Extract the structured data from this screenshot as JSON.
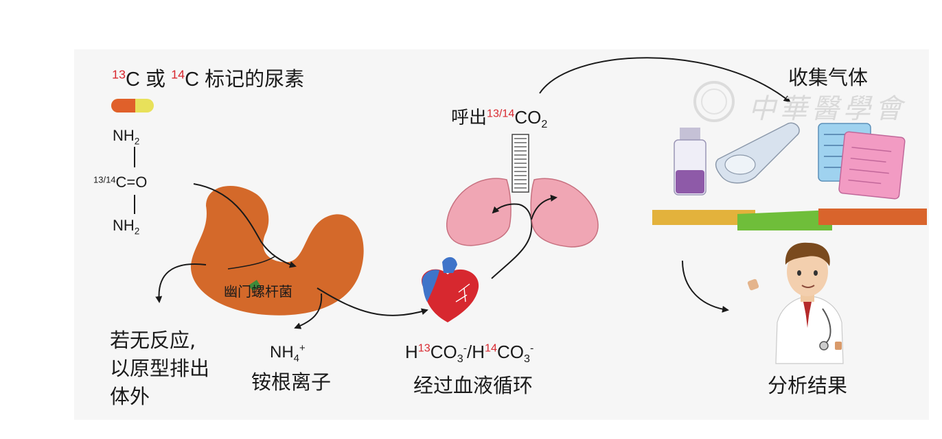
{
  "title_urea": {
    "iso_a": "13",
    "c_a": "C",
    "conj": " 或 ",
    "iso_b": "14",
    "c_b": "C",
    "text": " 标记的尿素"
  },
  "urea_formula": {
    "top": "NH",
    "top_sub": "2",
    "iso": "13/14",
    "center": "C=O",
    "bottom": "NH",
    "bottom_sub": "2"
  },
  "stomach_label": "幽门螺杆菌",
  "no_reaction": [
    "若无反应,",
    "以原型排出",
    "体外"
  ],
  "ammonium": {
    "formula": "NH",
    "sub": "4",
    "sup": "+",
    "name": "铵根离子"
  },
  "bicarbonate": {
    "h1": "H",
    "iso1": "13",
    "co1": "CO",
    "sub1": "3",
    "sup1": "-",
    "slash": "/H",
    "iso2": "14",
    "co2": "CO",
    "sub2": "3",
    "sup2": "-",
    "caption": "经过血液循环"
  },
  "exhale": {
    "prefix": "呼出",
    "iso": "13/14",
    "co": "CO",
    "sub": "2"
  },
  "collect_label": "收集气体",
  "analyze_label": "分析结果",
  "watermark": "中華醫學會",
  "colors": {
    "stomach": "#d4692a",
    "lung": "#f0a6b4",
    "heart_red": "#d7282f",
    "heart_blue": "#3f74c9",
    "isotope_red": "#d8282f",
    "bar_yellow": "#e3b23c",
    "bar_green": "#6fbe3a",
    "bar_orange": "#d9642c"
  }
}
